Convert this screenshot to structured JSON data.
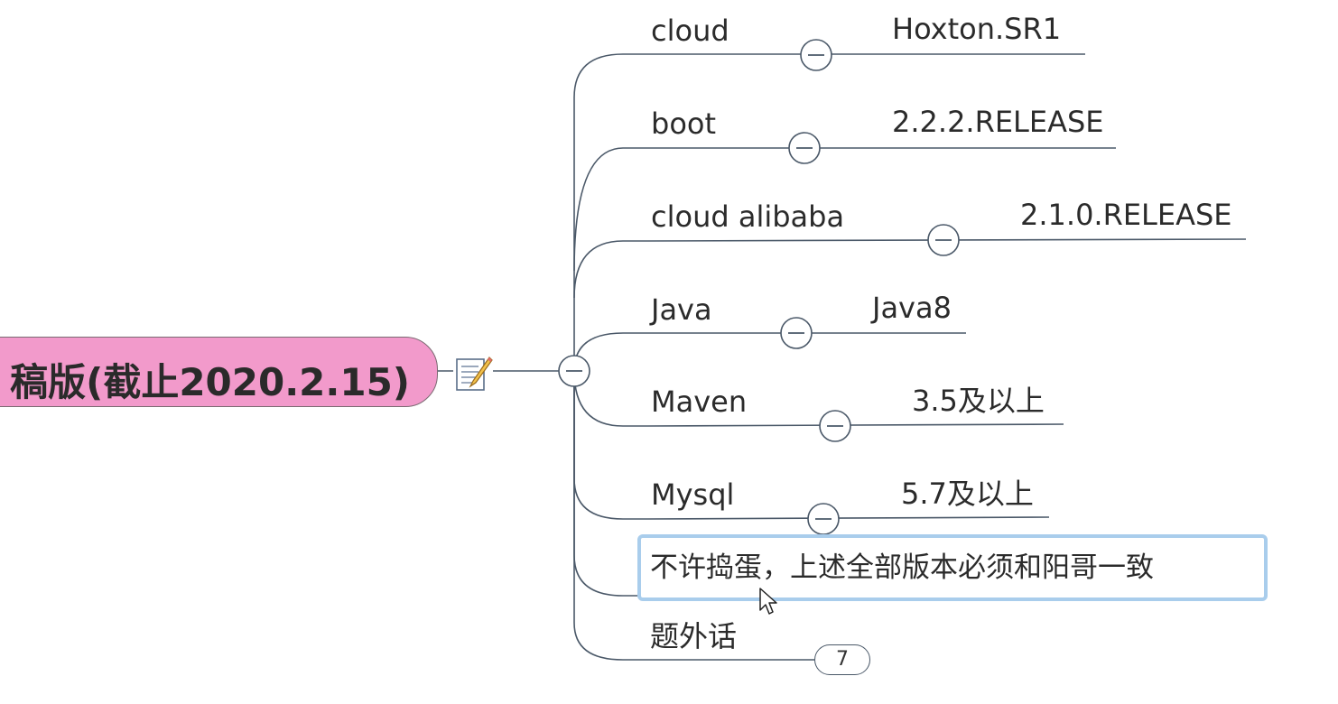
{
  "root": {
    "label": "稿版(截止2020.2.15)"
  },
  "note_icon": "note-pencil-icon",
  "branches": [
    {
      "label": "cloud",
      "value": "Hoxton.SR1"
    },
    {
      "label": "boot",
      "value": "2.2.2.RELEASE"
    },
    {
      "label": "cloud alibaba",
      "value": "2.1.0.RELEASE"
    },
    {
      "label": "Java",
      "value": "Java8"
    },
    {
      "label": "Maven",
      "value": "3.5及以上"
    },
    {
      "label": "Mysql",
      "value": "5.7及以上"
    },
    {
      "label": "不许捣蛋，上述全部版本必须和阳哥一致"
    },
    {
      "label": "题外话",
      "collapsed_count": "7"
    }
  ],
  "colors": {
    "root_fill": "#f29acb",
    "line": "#4a5868",
    "selection": "#a9cdec"
  }
}
